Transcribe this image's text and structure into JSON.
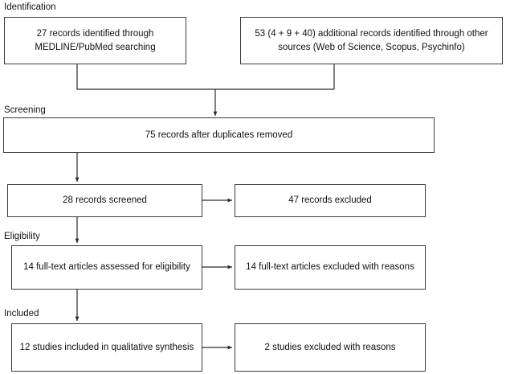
{
  "diagram": {
    "type": "prisma-flow-diagram",
    "title": "",
    "background_color": "#ffffff",
    "border_color": "#3a3a3a",
    "text_color": "#111111"
  },
  "stages": [
    {
      "id": "identification",
      "label": "Identification"
    },
    {
      "id": "screening",
      "label": "Screening"
    },
    {
      "id": "eligibility",
      "label": "Eligibility"
    },
    {
      "id": "included",
      "label": "Included"
    }
  ],
  "boxes": {
    "medline_records": {
      "text": "27 records identified through MEDLINE/PubMed searching",
      "count": 27
    },
    "other_sources_records": {
      "text": "53 (4 + 9 + 40) additional records identified through other sources (Web of Science, Scopus, Psychinfo)",
      "count": 53
    },
    "after_duplicates": {
      "text": "75 records after duplicates removed",
      "count": 75
    },
    "records_screened": {
      "text": "28 records screened",
      "count": 28
    },
    "records_excluded": {
      "text": "47 records excluded",
      "count": 47
    },
    "fulltext_assessed": {
      "text": "14 full-text articles assessed for eligibility",
      "count": 14
    },
    "fulltext_excluded": {
      "text": "14 full-text articles excluded with reasons",
      "count": 14
    },
    "studies_included": {
      "text": "12 studies included in qualitative synthesis",
      "count": 12
    },
    "studies_excluded": {
      "text": "2 studies excluded with reasons",
      "count": 2
    }
  },
  "connectors": [
    {
      "id": "medline-to-merge",
      "from": "medline_records",
      "to": "after_duplicates",
      "kind": "elbow-down"
    },
    {
      "id": "other-to-merge",
      "from": "other_sources_records",
      "to": "after_duplicates",
      "kind": "elbow-down"
    },
    {
      "id": "merge-to-after-duplicates",
      "from": "merge-bar",
      "to": "after_duplicates",
      "kind": "arrow-down"
    },
    {
      "id": "after-duplicates-to-screened",
      "from": "after_duplicates",
      "to": "records_screened",
      "kind": "arrow-down"
    },
    {
      "id": "screened-to-excluded",
      "from": "records_screened",
      "to": "records_excluded",
      "kind": "arrow-right"
    },
    {
      "id": "screened-to-fulltext",
      "from": "records_screened",
      "to": "fulltext_assessed",
      "kind": "arrow-down"
    },
    {
      "id": "fulltext-to-fulltext-excluded",
      "from": "fulltext_assessed",
      "to": "fulltext_excluded",
      "kind": "arrow-right"
    },
    {
      "id": "fulltext-to-included",
      "from": "fulltext_assessed",
      "to": "studies_included",
      "kind": "arrow-down"
    },
    {
      "id": "included-to-studies-excluded",
      "from": "studies_included",
      "to": "studies_excluded",
      "kind": "arrow-right"
    }
  ]
}
